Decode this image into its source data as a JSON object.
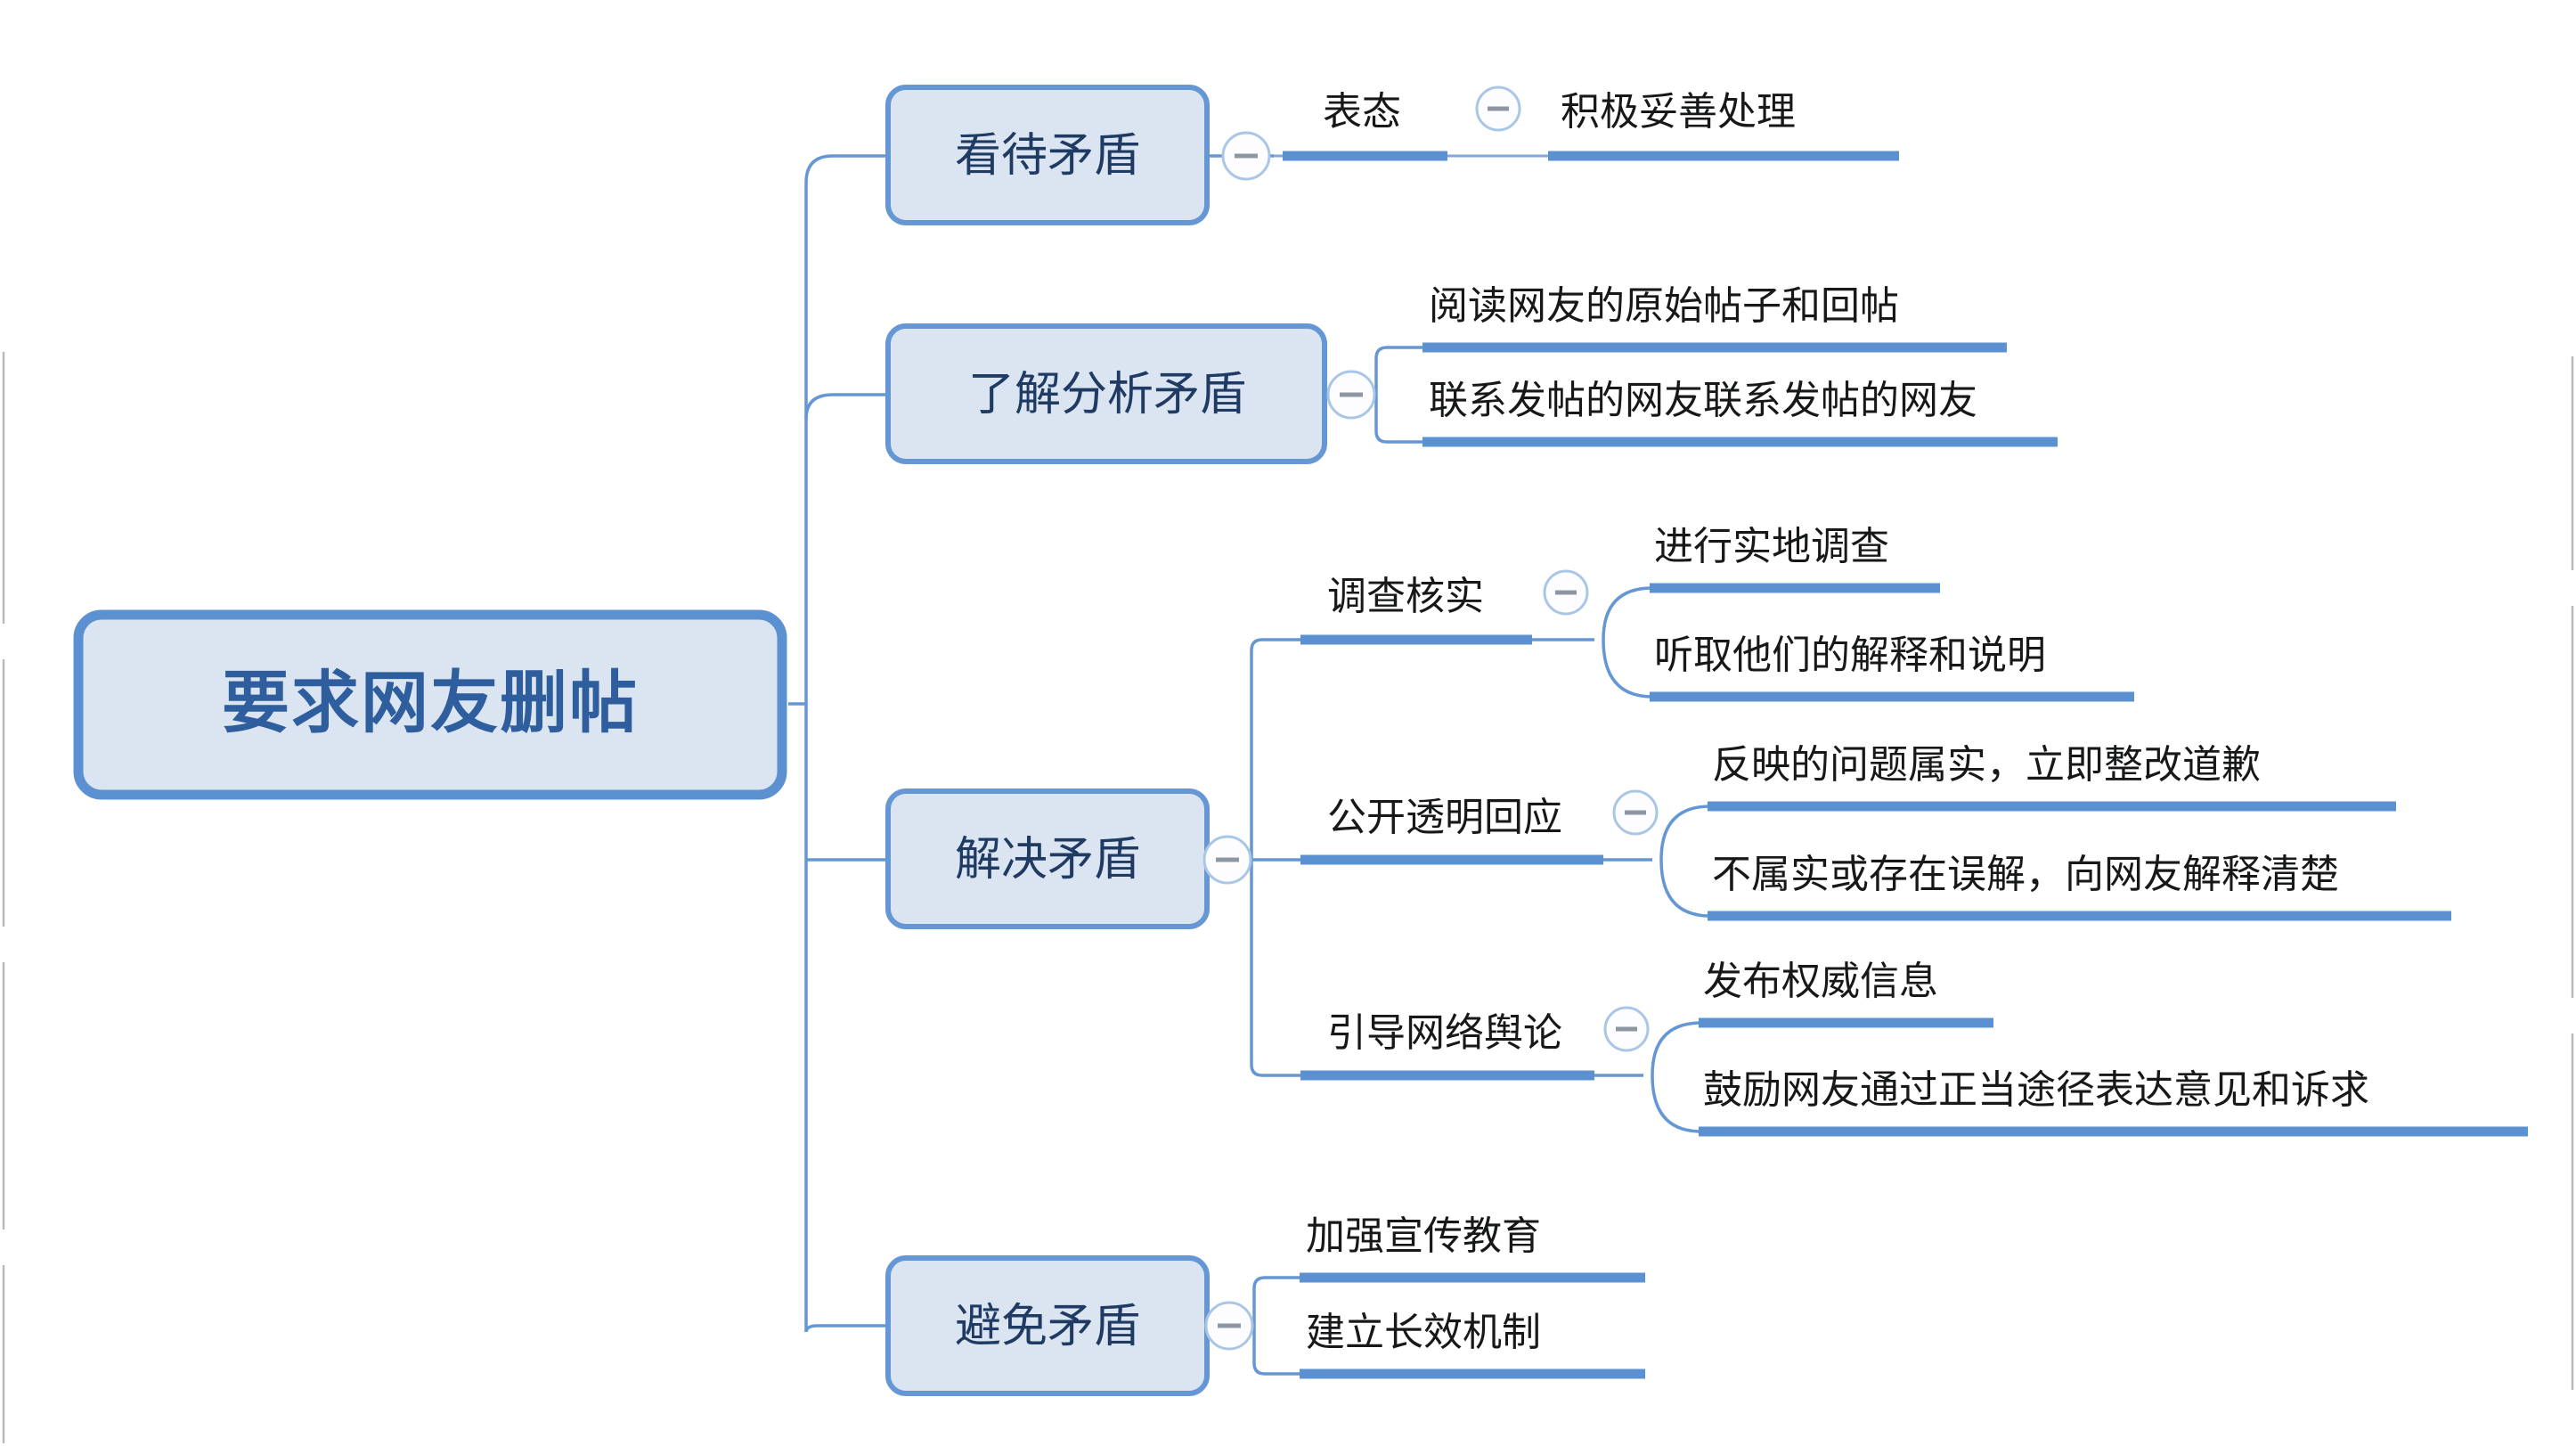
{
  "document": {
    "type": "mind-map",
    "title": "要求网友删帖",
    "background_color": "#ffffff",
    "orientation": "left-to-right"
  },
  "theme": {
    "node_fill": "#dbe5f1",
    "node_border": "#5b91d1",
    "branch_border": "#6597d4",
    "connector_color": "#6597d4",
    "underline_color": "#5b91d1",
    "root_text_color": "#2e5e9e",
    "branch_text_color": "#1f3b63",
    "leaf_text_color": "#17181a",
    "toggle_fill": "#fdfdff",
    "toggle_border": "#aac6e6",
    "toggle_dash": "#8e96a3"
  },
  "root": {
    "label": "要求网友删帖"
  },
  "icons": {
    "collapse_toggle": "collapse-toggle-icon",
    "collapse_glyph": "⊖"
  },
  "branches": [
    {
      "id": "branch-1",
      "label": "看待矛盾",
      "has_toggle": true,
      "children": [
        {
          "id": "branch-1-child-1",
          "label": "表态",
          "has_toggle": true,
          "children": [
            {
              "id": "branch-1-child-1-leaf-1",
              "label": "积极妥善处理",
              "has_toggle": false,
              "children": []
            }
          ]
        }
      ]
    },
    {
      "id": "branch-2",
      "label": "了解分析矛盾",
      "has_toggle": true,
      "children": [
        {
          "id": "branch-2-child-1",
          "label": "阅读网友的原始帖子和回帖",
          "has_toggle": false,
          "children": []
        },
        {
          "id": "branch-2-child-2",
          "label": "联系发帖的网友联系发帖的网友",
          "has_toggle": false,
          "children": []
        }
      ]
    },
    {
      "id": "branch-3",
      "label": "解决矛盾",
      "has_toggle": true,
      "children": [
        {
          "id": "branch-3-child-1",
          "label": "调查核实",
          "has_toggle": true,
          "children": [
            {
              "id": "branch-3-child-1-leaf-1",
              "label": "进行实地调查",
              "has_toggle": false,
              "children": []
            },
            {
              "id": "branch-3-child-1-leaf-2",
              "label": "听取他们的解释和说明",
              "has_toggle": false,
              "children": []
            }
          ]
        },
        {
          "id": "branch-3-child-2",
          "label": "公开透明回应",
          "has_toggle": true,
          "children": [
            {
              "id": "branch-3-child-2-leaf-1",
              "label": "反映的问题属实，立即整改道歉",
              "has_toggle": false,
              "children": []
            },
            {
              "id": "branch-3-child-2-leaf-2",
              "label": "不属实或存在误解，向网友解释清楚",
              "has_toggle": false,
              "children": []
            }
          ]
        },
        {
          "id": "branch-3-child-3",
          "label": "引导网络舆论",
          "has_toggle": true,
          "children": [
            {
              "id": "branch-3-child-3-leaf-1",
              "label": "发布权威信息",
              "has_toggle": false,
              "children": []
            },
            {
              "id": "branch-3-child-3-leaf-2",
              "label": "鼓励网友通过正当途径表达意见和诉求",
              "has_toggle": false,
              "children": []
            }
          ]
        }
      ]
    },
    {
      "id": "branch-4",
      "label": "避免矛盾",
      "has_toggle": true,
      "children": [
        {
          "id": "branch-4-child-1",
          "label": "加强宣传教育",
          "has_toggle": false,
          "children": []
        },
        {
          "id": "branch-4-child-2",
          "label": "建立长效机制",
          "has_toggle": false,
          "children": []
        }
      ]
    }
  ]
}
